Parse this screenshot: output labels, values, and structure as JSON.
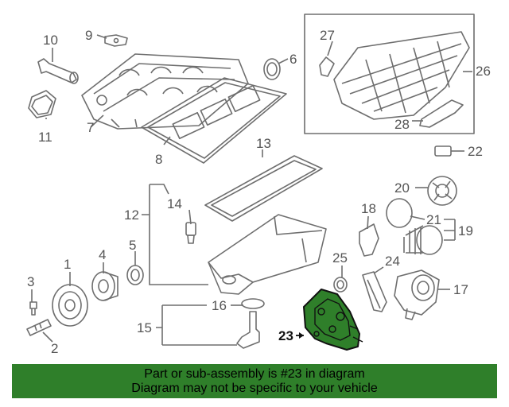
{
  "diagram": {
    "callouts": {
      "c1": "1",
      "c2": "2",
      "c3": "3",
      "c4": "4",
      "c5": "5",
      "c6": "6",
      "c7": "7",
      "c8": "8",
      "c9": "9",
      "c10": "10",
      "c11": "11",
      "c12": "12",
      "c13": "13",
      "c14": "14",
      "c15": "15",
      "c16": "16",
      "c17": "17",
      "c18": "18",
      "c19": "19",
      "c20": "20",
      "c21": "21",
      "c22": "22",
      "c23": "23",
      "c24": "24",
      "c25": "25",
      "c26": "26",
      "c27": "27",
      "c28": "28"
    },
    "highlighted_part": "23",
    "colors": {
      "line": "#6e6e6e",
      "highlight_fill": "#2f7f2a",
      "highlight_stroke": "#111111",
      "banner": "#2f7f2a"
    }
  },
  "banner": {
    "line1": "Part or sub-assembly is #23 in diagram",
    "line2": "Diagram may not be specific to your vehicle"
  }
}
